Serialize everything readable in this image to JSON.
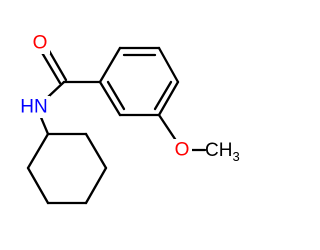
{
  "diagram": {
    "kind": "skeletal-structure",
    "atoms": {
      "carbonyl_oxygen": {
        "label": "O",
        "color": "#ff0000"
      },
      "amide_nitrogen": {
        "label": "HN",
        "color": "#0000ff"
      },
      "ether_oxygen": {
        "label": "O",
        "color": "#ff0000"
      },
      "methyl": {
        "label": "CH",
        "subscript": "3",
        "color": "#000000"
      }
    },
    "bond_color": "#000000"
  }
}
